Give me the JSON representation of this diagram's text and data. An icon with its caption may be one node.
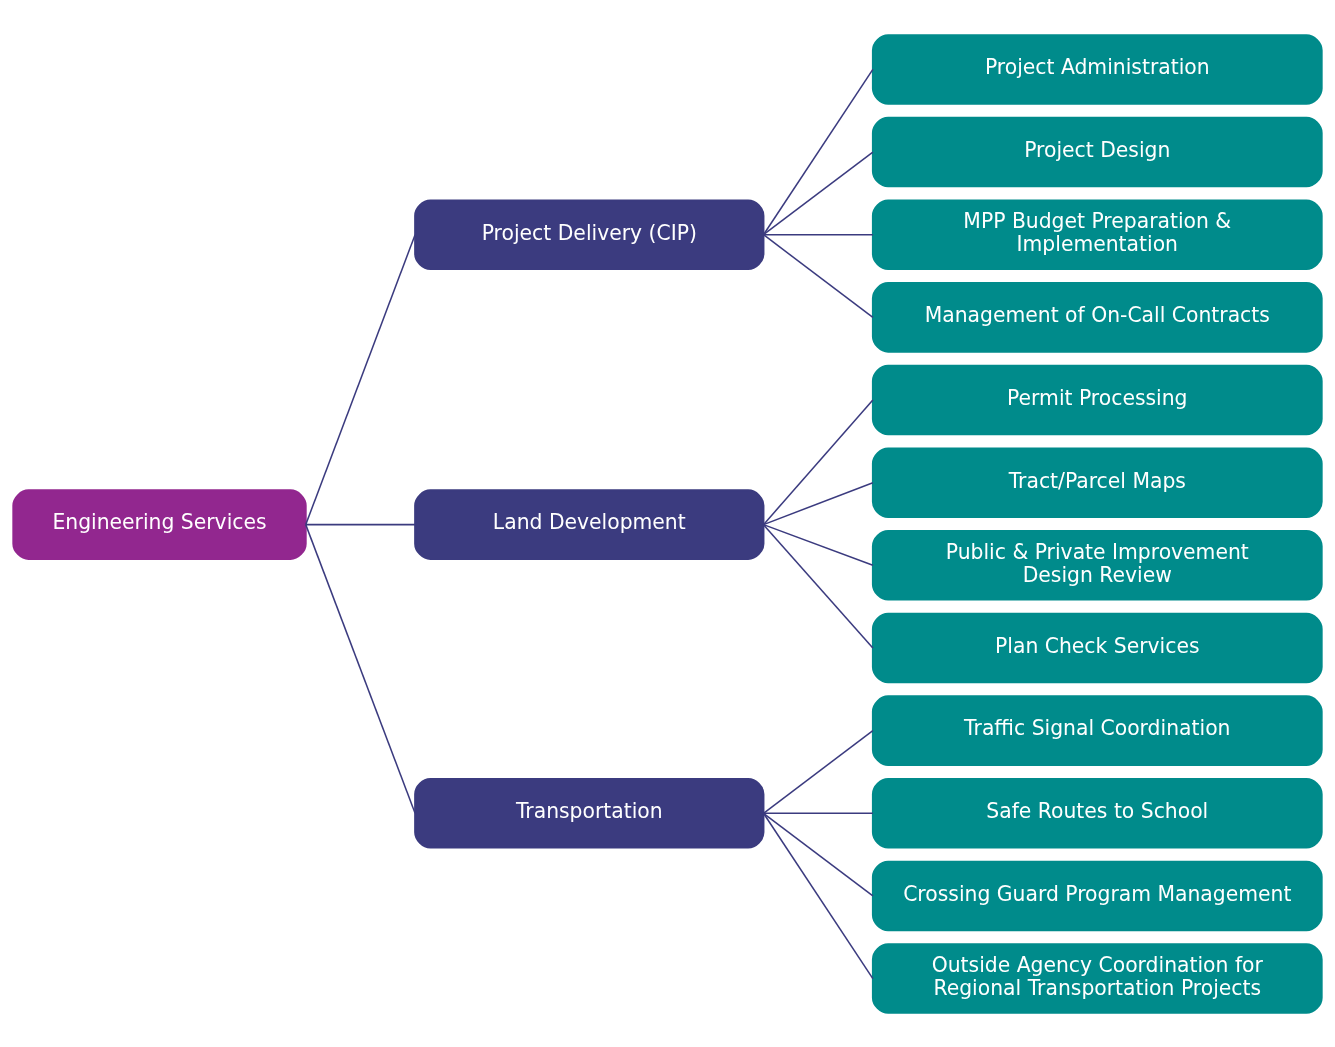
{
  "diagram": {
    "nodes": [
      {
        "text": [
          "Engineering Services"
        ]
      },
      {
        "text": [
          "Project Delivery (CIP)"
        ]
      },
      {
        "text": [
          "Project Administration"
        ]
      },
      {
        "text": [
          "Project Design"
        ]
      },
      {
        "text": [
          "MPP Budget Preparation & Implementation"
        ]
      },
      {
        "text": [
          "Management of On-Call Contracts"
        ]
      },
      {
        "text": [
          "Land Development"
        ]
      },
      {
        "text": [
          "Permit Processing"
        ]
      },
      {
        "text": [
          "Tract/Parcel Maps"
        ]
      },
      {
        "text": [
          "Public & Private Improvement Design Review"
        ]
      },
      {
        "text": [
          "Plan Check Services"
        ]
      },
      {
        "text": [
          "Transportation"
        ]
      },
      {
        "text": [
          "Traffic Signal Coordination"
        ]
      },
      {
        "text": [
          "Safe Routes to School"
        ]
      },
      {
        "text": [
          "Crossing Guard Program Management"
        ]
      },
      {
        "text": [
          "Outside Agency Coordination for Regional Transportation Projects"
        ]
      }
    ],
    "edges": [
      {
        "from": 0,
        "to": 1,
        "arrow": "none"
      },
      {
        "from": 0,
        "to": 6,
        "arrow": "none"
      },
      {
        "from": 0,
        "to": 11,
        "arrow": "none"
      },
      {
        "from": 1,
        "to": 2,
        "arrow": "none"
      },
      {
        "from": 1,
        "to": 3,
        "arrow": "none"
      },
      {
        "from": 1,
        "to": 4,
        "arrow": "none"
      },
      {
        "from": 1,
        "to": 5,
        "arrow": "none"
      },
      {
        "from": 6,
        "to": 7,
        "arrow": "none"
      },
      {
        "from": 6,
        "to": 8,
        "arrow": "none"
      },
      {
        "from": 6,
        "to": 9,
        "arrow": "none"
      },
      {
        "from": 6,
        "to": 10,
        "arrow": "none"
      },
      {
        "from": 11,
        "to": 12,
        "arrow": "none"
      },
      {
        "from": 11,
        "to": 13,
        "arrow": "none"
      },
      {
        "from": 11,
        "to": 14,
        "arrow": "none"
      },
      {
        "from": 11,
        "to": 15,
        "arrow": "none"
      }
    ]
  }
}
